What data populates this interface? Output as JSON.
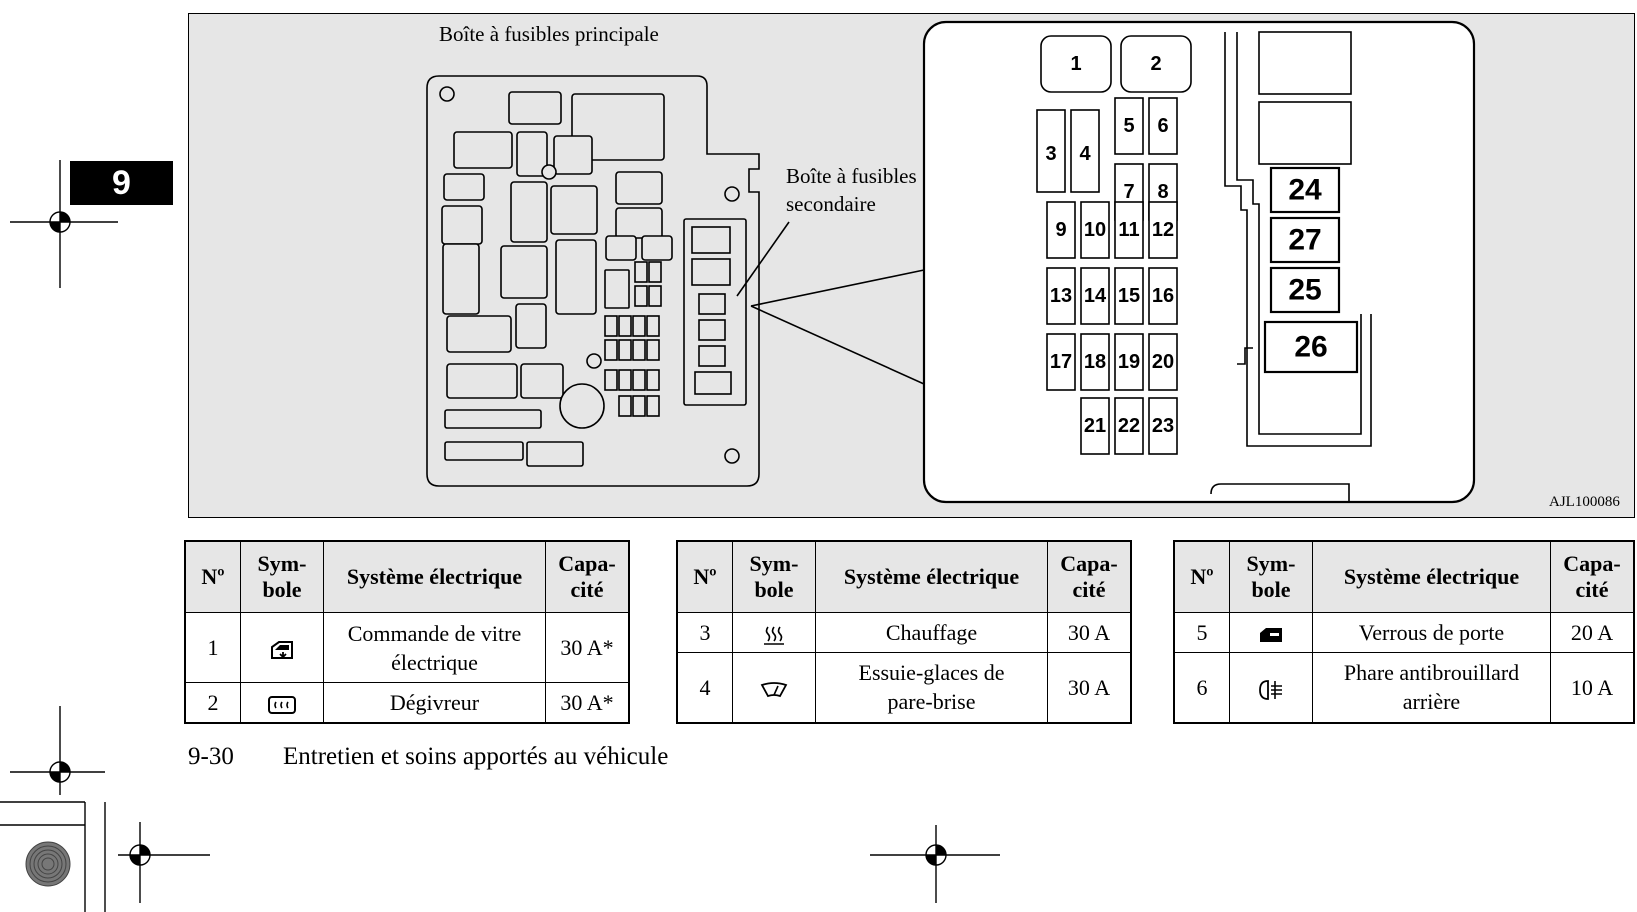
{
  "chapter": {
    "number": "9"
  },
  "figure": {
    "main_box_label": "Boîte à fusibles principale",
    "secondary_box_label_line1": "Boîte à fusibles",
    "secondary_box_label_line2": "secondaire",
    "figure_id": "AJL100086",
    "fuse_numbers": [
      "1",
      "2",
      "3",
      "4",
      "5",
      "6",
      "7",
      "8",
      "9",
      "10",
      "11",
      "12",
      "13",
      "14",
      "15",
      "16",
      "17",
      "18",
      "19",
      "20",
      "21",
      "22",
      "23",
      "24",
      "27",
      "25",
      "26"
    ]
  },
  "tables": [
    {
      "headers": {
        "no": "Nº",
        "symbol_1": "Sym-",
        "symbol_2": "bole",
        "system": "Système électrique",
        "capacity_1": "Capa-",
        "capacity_2": "cité"
      },
      "rows": [
        {
          "no": "1",
          "icon": "power-window-icon",
          "system_1": "Commande de vitre",
          "system_2": "électrique",
          "capacity": "30 A*"
        },
        {
          "no": "2",
          "icon": "rear-defogger-icon",
          "system_1": "Dégivreur",
          "system_2": "",
          "capacity": "30 A*"
        }
      ]
    },
    {
      "headers": {
        "no": "Nº",
        "symbol_1": "Sym-",
        "symbol_2": "bole",
        "system": "Système électrique",
        "capacity_1": "Capa-",
        "capacity_2": "cité"
      },
      "rows": [
        {
          "no": "3",
          "icon": "heater-icon",
          "system_1": "Chauffage",
          "system_2": "",
          "capacity": "30 A"
        },
        {
          "no": "4",
          "icon": "windshield-wiper-icon",
          "system_1": "Essuie-glaces de",
          "system_2": "pare-brise",
          "capacity": "30 A"
        }
      ]
    },
    {
      "headers": {
        "no": "Nº",
        "symbol_1": "Sym-",
        "symbol_2": "bole",
        "system": "Système électrique",
        "capacity_1": "Capa-",
        "capacity_2": "cité"
      },
      "rows": [
        {
          "no": "5",
          "icon": "door-lock-icon",
          "system_1": "Verrous de porte",
          "system_2": "",
          "capacity": "20 A"
        },
        {
          "no": "6",
          "icon": "rear-fog-light-icon",
          "system_1": "Phare antibrouillard",
          "system_2": "arrière",
          "capacity": "10 A"
        }
      ]
    }
  ],
  "footer": {
    "page": "9-30",
    "title": "Entretien et soins apportés au véhicule"
  }
}
